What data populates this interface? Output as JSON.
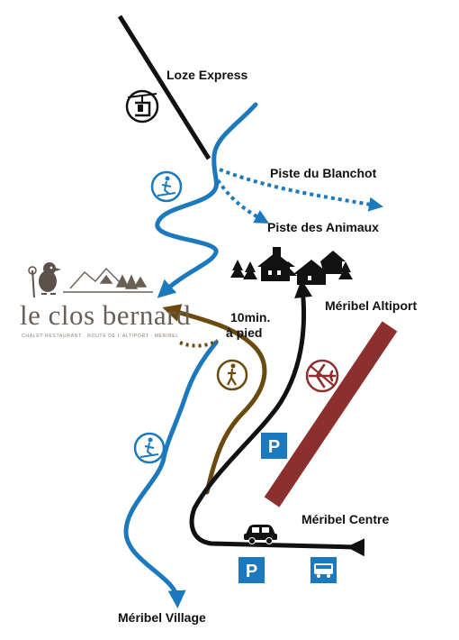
{
  "labels": {
    "loze_express": "Loze Express",
    "piste_blanchot": "Piste du Blanchot",
    "piste_animaux": "Piste des Animaux",
    "walk_time_1": "10min.",
    "walk_time_2": "à pied",
    "meribel_altiport": "Méribel Altiport",
    "meribel_centre": "Méribel Centre",
    "meribel_village": "Méribel Village"
  },
  "logo": {
    "name": "le clos bernard",
    "tagline": "CHALET RESTAURANT · ROUTE DE L'ALTIPORT · MÉRIBEL"
  },
  "icons": {
    "chairlift": "chairlift-icon",
    "skier": "skier-icon",
    "walker": "pedestrian-icon",
    "plane": "airplane-icon",
    "parking": "parking-icon",
    "car": "car-icon",
    "bus": "bus-icon",
    "chalets": "chalet-icon"
  },
  "signs": {
    "parking_letter": "P"
  },
  "colors": {
    "ski_route": "#1c79bd",
    "walk_route": "#6b4a10",
    "road": "#111111",
    "runway": "#8c2f2f",
    "icon_blue": "#1c79bd",
    "icon_brown": "#6b4a10",
    "icon_red": "#8c2f2f"
  }
}
